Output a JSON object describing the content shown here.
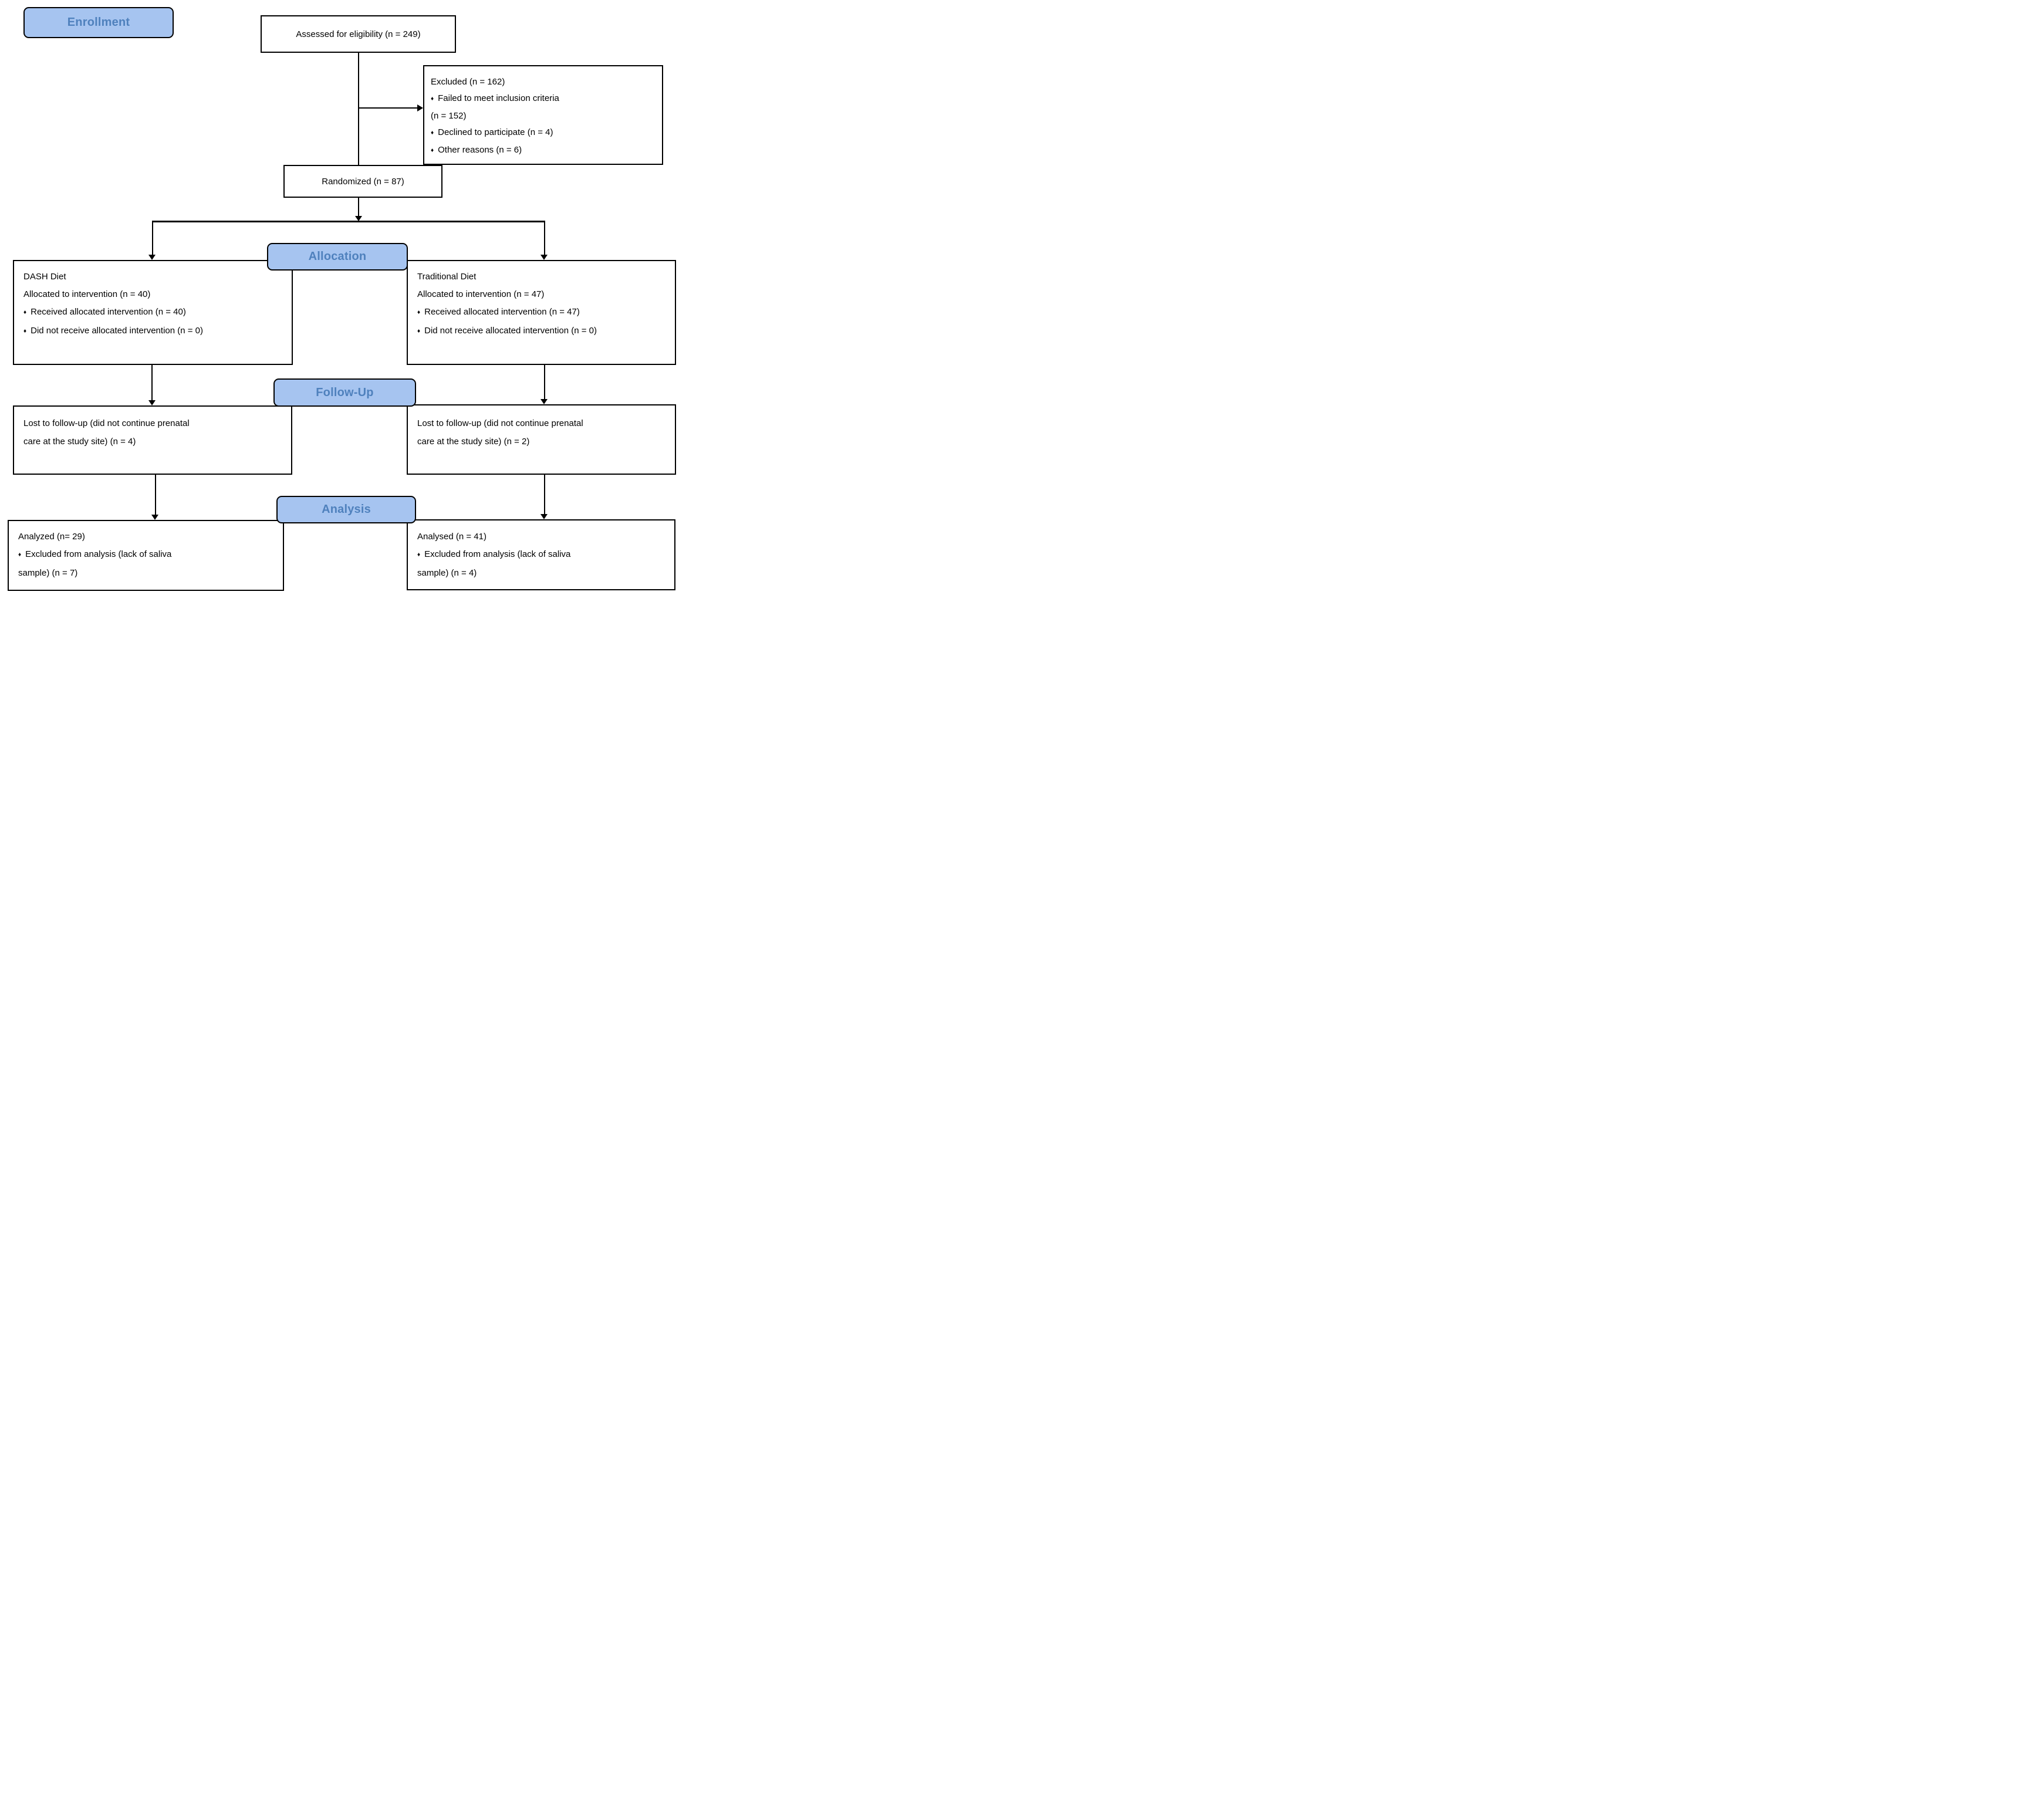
{
  "stages": {
    "enrollment": "Enrollment",
    "allocation": "Allocation",
    "followup": "Follow-Up",
    "analysis": "Analysis"
  },
  "glyphs": {
    "bullet": "♦"
  },
  "colors": {
    "stage_fill": "#a6c4f0",
    "stage_text": "#4f81bd",
    "line": "#000000"
  },
  "boxes": {
    "assessed": {
      "text": "Assessed for eligibility (n = 249)"
    },
    "excluded": {
      "title": "Excluded (n = 162)",
      "item1": "Failed to meet inclusion criteria",
      "item1_cont": "(n = 152)",
      "item2": "Declined to participate (n = 4)",
      "item3": "Other reasons (n = 6)"
    },
    "randomized": {
      "text": "Randomized (n = 87)"
    },
    "allocation_left": {
      "title": "DASH Diet",
      "subtitle": "Allocated to intervention (n = 40)",
      "item1": "Received allocated intervention (n = 40)",
      "item2": "Did not receive allocated intervention (n = 0)"
    },
    "allocation_right": {
      "title": "Traditional Diet",
      "subtitle": "Allocated to intervention (n = 47)",
      "item1": "Received allocated intervention (n = 47)",
      "item2": "Did not receive allocated intervention (n = 0)"
    },
    "followup_left": {
      "line1": "Lost to follow-up (did not continue prenatal",
      "line2": "care at the study site) (n = 4)"
    },
    "followup_right": {
      "line1": "Lost to follow-up (did not continue prenatal",
      "line2": "care at the study site) (n = 2)"
    },
    "analysis_left": {
      "title": "Analyzed (n= 29)",
      "item1_line1": "Excluded from analysis (lack of saliva",
      "item1_line2": "sample) (n = 7)"
    },
    "analysis_right": {
      "title": "Analysed (n = 41)",
      "item1_line1": "Excluded from analysis (lack of saliva",
      "item1_line2": "sample) (n = 4)"
    }
  }
}
